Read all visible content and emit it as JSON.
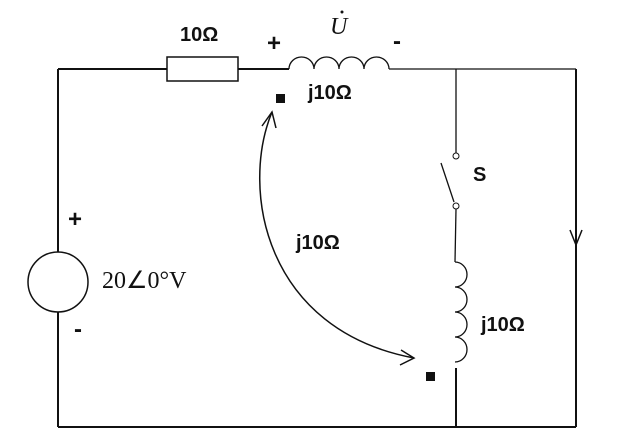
{
  "resistor_label": "10Ω",
  "voltage_label": "U",
  "plus_top": "+",
  "minus_top": "-",
  "inductor1_label": "j10Ω",
  "mutual_label": "j10Ω",
  "switch_label": "S",
  "inductor2_label": "j10Ω",
  "source_label": "20∠0°V",
  "source_plus": "+",
  "source_minus": "-"
}
